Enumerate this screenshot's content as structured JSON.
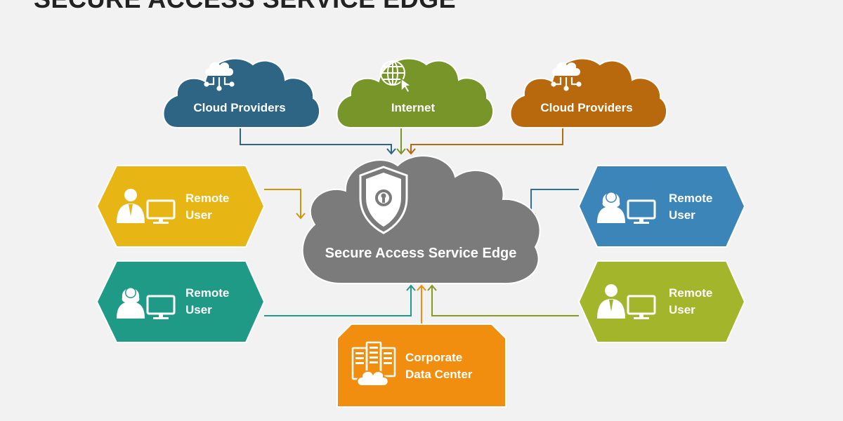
{
  "title": "SECURE ACCESS SERVICE EDGE",
  "center": {
    "label": "Secure Access Service Edge",
    "color": "#7b7b7b"
  },
  "top_clouds": [
    {
      "label": "Cloud Providers",
      "color": "#2e6585",
      "icon": "cloud-network-icon"
    },
    {
      "label": "Internet",
      "color": "#779528",
      "icon": "globe-cursor-icon"
    },
    {
      "label": "Cloud Providers",
      "color": "#b8680d",
      "icon": "cloud-network-icon"
    }
  ],
  "users": [
    {
      "line1": "Remote",
      "line2": "User",
      "color": "#e8b614",
      "icon": "male-user-computer-icon"
    },
    {
      "line1": "Remote",
      "line2": "User",
      "color": "#1f9a86",
      "icon": "female-user-computer-icon"
    },
    {
      "line1": "Remote",
      "line2": "User",
      "color": "#3b85b8",
      "icon": "female-user-computer-icon"
    },
    {
      "line1": "Remote",
      "line2": "User",
      "color": "#a3b52a",
      "icon": "male-user-computer-icon"
    }
  ],
  "datacenter": {
    "line1": "Corporate",
    "line2": "Data Center",
    "color": "#f18e0f",
    "icon": "server-cloud-icon"
  }
}
